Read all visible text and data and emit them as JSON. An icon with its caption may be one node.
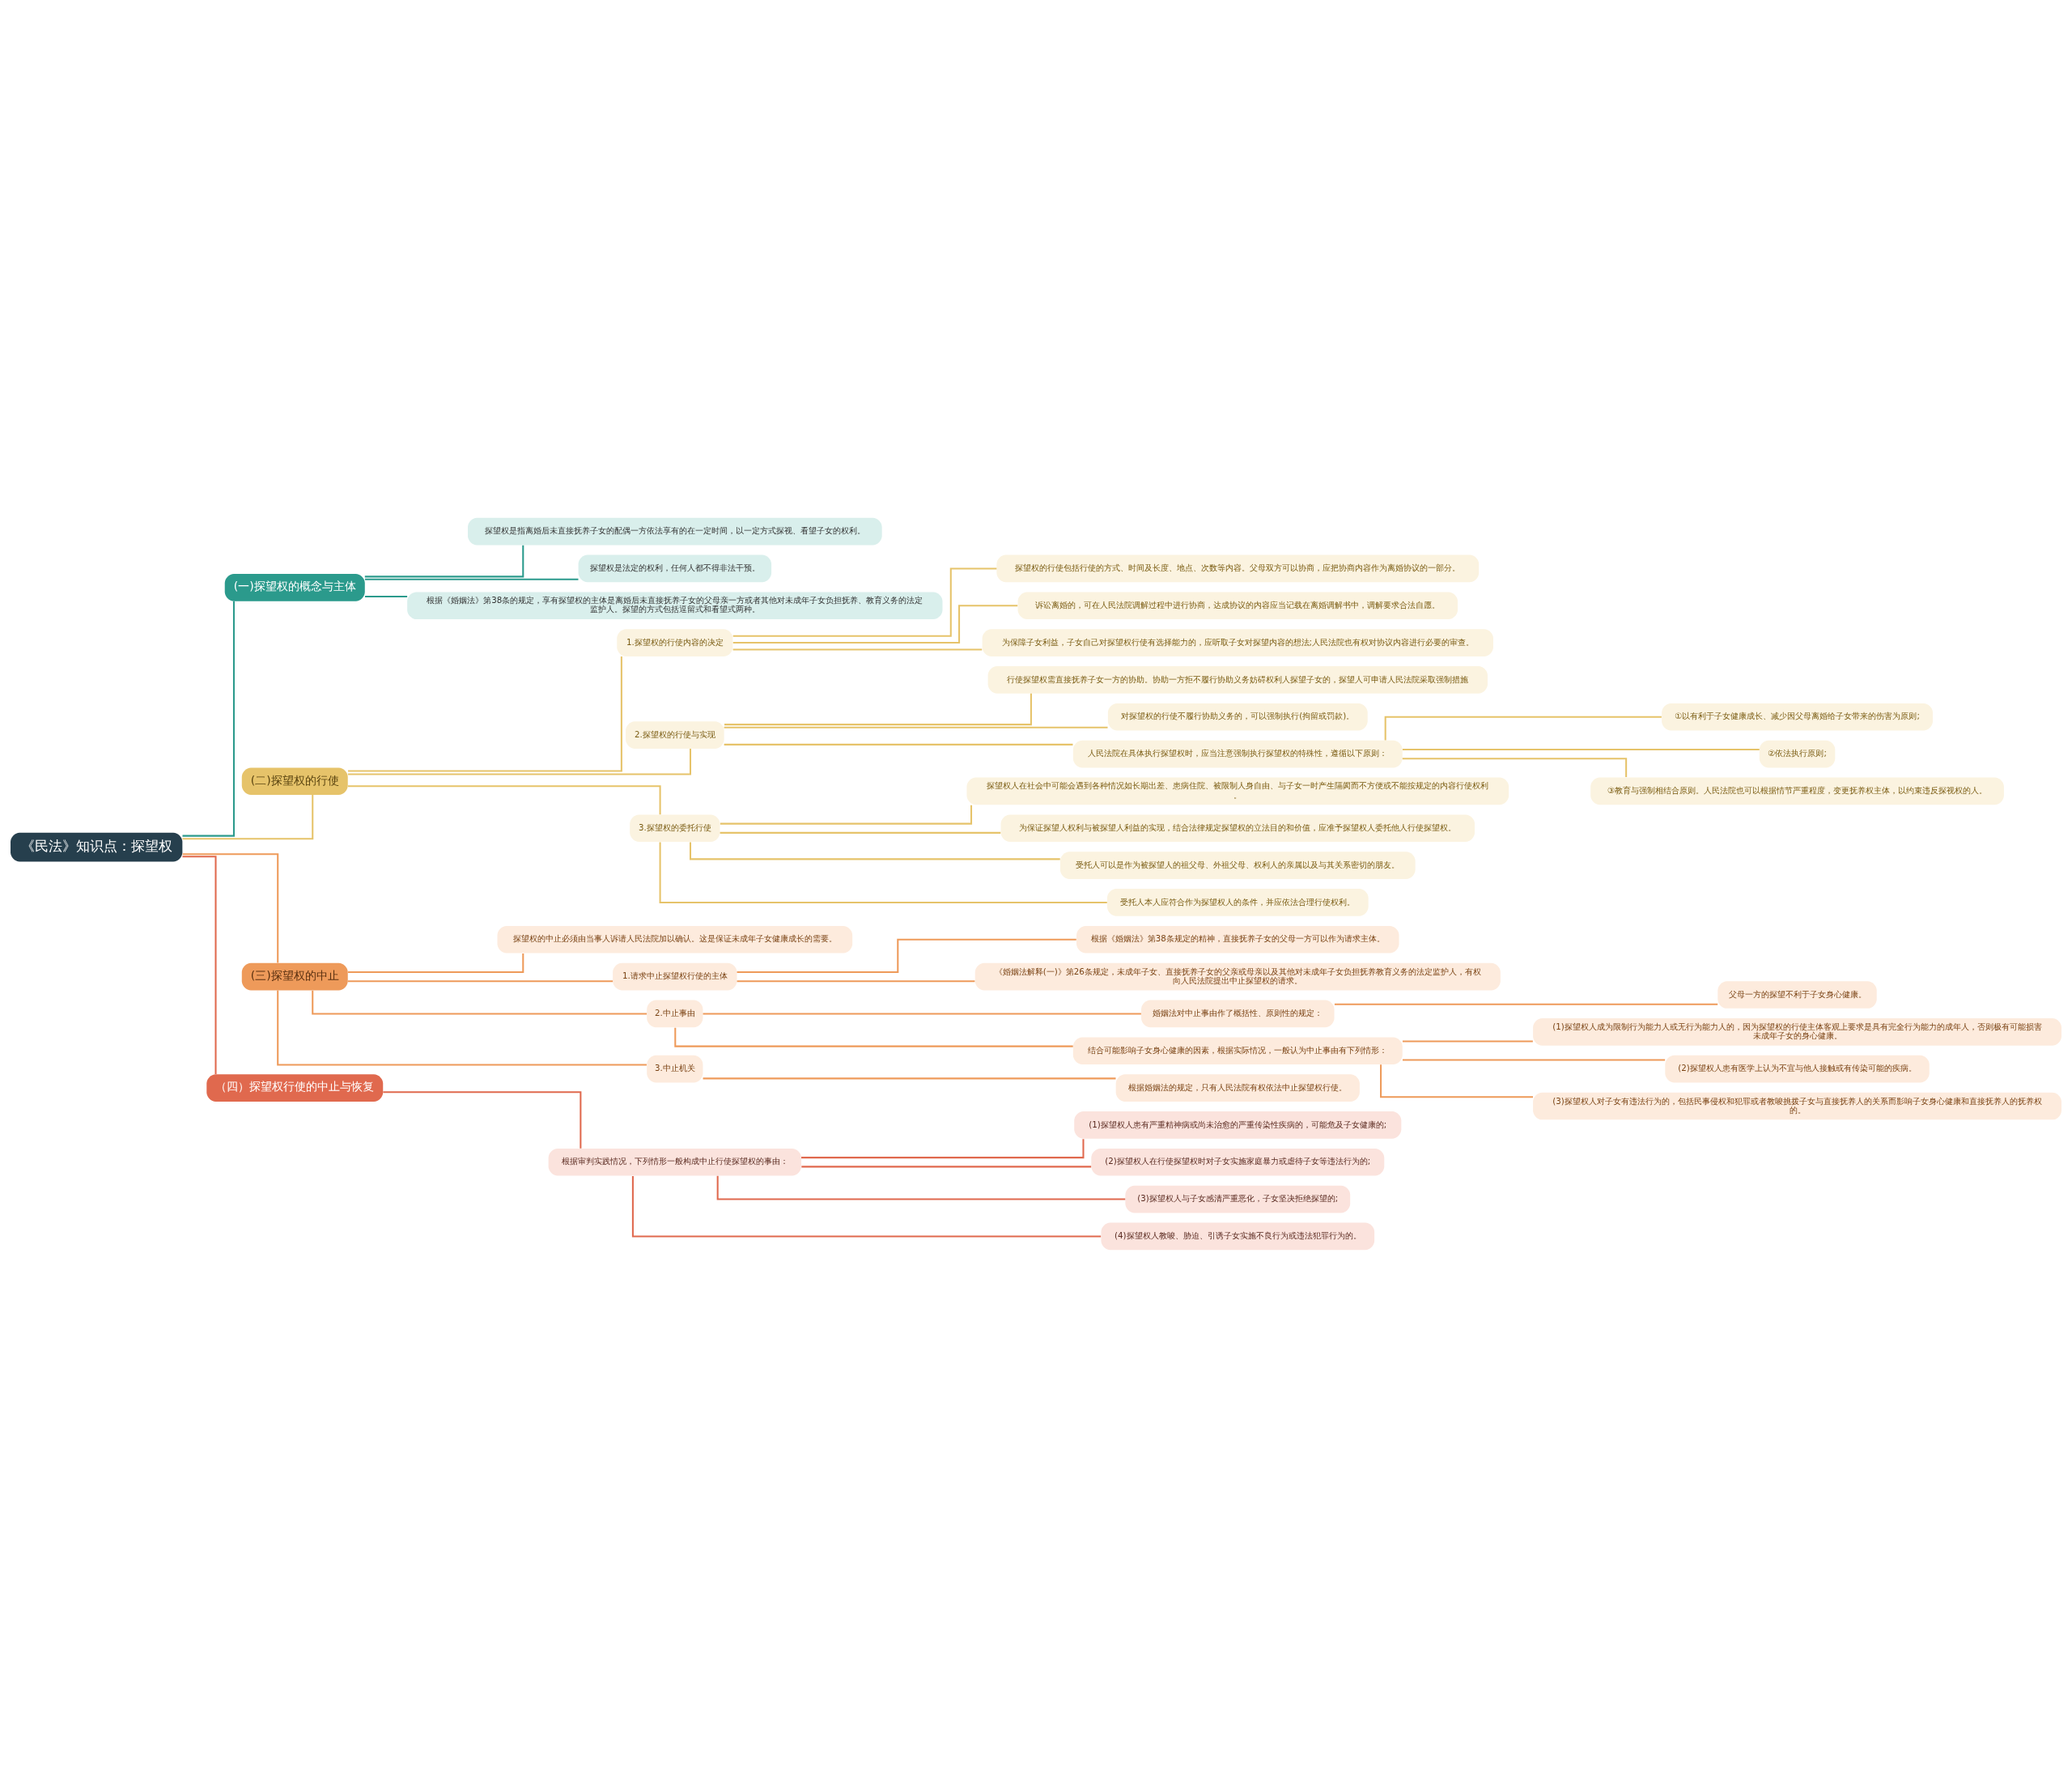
{
  "diagram": {
    "nodes": [
      {
        "text": [
          "《民法》知识点：探望权"
        ]
      },
      {
        "text": [
          "(一)探望权的概念与主体"
        ]
      },
      {
        "text": [
          "探望权是指离婚后未直接抚养子女的配偶一方依法享有的在一定时间，以一定方式探视、看望子女的权利。"
        ]
      },
      {
        "text": [
          "探望权是法定的权利，任何人都不得非法干预。"
        ]
      },
      {
        "text": [
          "根据《婚姻法》第38条的规定，享有探望权的主体是离婚后未直接抚养子女的父母亲一方或者其他对未成年子女负担抚养、教育义务的法定监护人。探望的方式包括逗留式和看望式两种。"
        ]
      },
      {
        "text": [
          "(二)探望权的行使"
        ]
      },
      {
        "text": [
          "1.探望权的行使内容的决定"
        ]
      },
      {
        "text": [
          "探望权的行使包括行使的方式、时间及长度、地点、次数等内容。父母双方可以协商，应把协商内容作为离婚协议的一部分。"
        ]
      },
      {
        "text": [
          "诉讼离婚的，可在人民法院调解过程中进行协商，达成协议的内容应当记载在离婚调解书中，调解要求合法自愿。"
        ]
      },
      {
        "text": [
          "为保障子女利益，子女自己对探望权行使有选择能力的，应听取子女对探望内容的想法;人民法院也有权对协议内容进行必要的审查。"
        ]
      },
      {
        "text": [
          "2.探望权的行使与实现"
        ]
      },
      {
        "text": [
          "行使探望权需直接抚养子女一方的协助。协助一方拒不履行协助义务妨碍权利人探望子女的，探望人可申请人民法院采取强制措施"
        ]
      },
      {
        "text": [
          "对探望权的行使不履行协助义务的，可以强制执行(拘留或罚款)。"
        ]
      },
      {
        "text": [
          "人民法院在具体执行探望权时，应当注意强制执行探望权的特殊性，遵循以下原则："
        ]
      },
      {
        "text": [
          "①以有利于子女健康成长、减少因父母离婚给子女带来的伤害为原则;"
        ]
      },
      {
        "text": [
          "②依法执行原则;"
        ]
      },
      {
        "text": [
          "③教育与强制相结合原则。人民法院也可以根据情节严重程度，变更抚养权主体，以约束违反探视权的人。"
        ]
      },
      {
        "text": [
          "3.探望权的委托行使"
        ]
      },
      {
        "text": [
          "探望权人在社会中可能会遇到各种情况如长期出差、患病住院、被限制人身自由、与子女一时产生隔阂而不方便或不能按规定的内容行使权利。"
        ]
      },
      {
        "text": [
          "为保证探望人权利与被探望人利益的实现，结合法律规定探望权的立法目的和价值，应准予探望权人委托他人行使探望权。"
        ]
      },
      {
        "text": [
          "受托人可以是作为被探望人的祖父母、外祖父母、权利人的亲属以及与其关系密切的朋友。"
        ]
      },
      {
        "text": [
          "受托人本人应符合作为探望权人的条件，并应依法合理行使权利。"
        ]
      },
      {
        "text": [
          "(三)探望权的中止"
        ]
      },
      {
        "text": [
          "探望权的中止必须由当事人诉请人民法院加以确认。这是保证未成年子女健康成长的需要。"
        ]
      },
      {
        "text": [
          "1.请求中止探望权行使的主体"
        ]
      },
      {
        "text": [
          "根据《婚姻法》第38条规定的精神，直接抚养子女的父母一方可以作为请求主体。"
        ]
      },
      {
        "text": [
          "《婚姻法解释(一)》第26条规定，未成年子女、直接抚养子女的父亲或母亲以及其他对未成年子女负担抚养教育义务的法定监护人，有权向人民法院提出中止探望权的请求。"
        ]
      },
      {
        "text": [
          "2.中止事由"
        ]
      },
      {
        "text": [
          "婚姻法对中止事由作了概括性、原则性的规定："
        ]
      },
      {
        "text": [
          "父母一方的探望不利于子女身心健康。"
        ]
      },
      {
        "text": [
          "结合可能影响子女身心健康的因素，根据实际情况，一般认为中止事由有下列情形："
        ]
      },
      {
        "text": [
          "(1)探望权人成为限制行为能力人或无行为能力人的，因为探望权的行使主体客观上要求是具有完全行为能力的成年人，否则极有可能损害未成年子女的身心健康。"
        ]
      },
      {
        "text": [
          "(2)探望权人患有医学上认为不宜与他人接触或有传染可能的疾病。"
        ]
      },
      {
        "text": [
          "(3)探望权人对子女有违法行为的，包括民事侵权和犯罪或者教唆挑拨子女与直接抚养人的关系而影响子女身心健康和直接抚养人的抚养权的。"
        ]
      },
      {
        "text": [
          "3.中止机关"
        ]
      },
      {
        "text": [
          "根据婚姻法的规定，只有人民法院有权依法中止探望权行使。"
        ]
      },
      {
        "text": [
          "（四）探望权行使的中止与恢复"
        ]
      },
      {
        "text": [
          "根据审判实践情况，下列情形一般构成中止行使探望权的事由："
        ]
      },
      {
        "text": [
          "(1)探望权人患有严重精神病或尚未治愈的严重传染性疾病的，可能危及子女健康的;"
        ]
      },
      {
        "text": [
          "(2)探望权人在行使探望权时对子女实施家庭暴力或虐待子女等违法行为的;"
        ]
      },
      {
        "text": [
          "(3)探望权人与子女感清严重恶化，子女坚决拒绝探望的;"
        ]
      },
      {
        "text": [
          "(4)探望权人教唆、胁迫、引诱子女实施不良行为或违法犯罪行为的。"
        ]
      }
    ],
    "edges": [
      {
        "from": 0,
        "to": 1,
        "arrow": "none",
        "color": "#2b9a8c"
      },
      {
        "from": 1,
        "to": 2,
        "arrow": "none",
        "color": "#2b9a8c"
      },
      {
        "from": 1,
        "to": 3,
        "arrow": "none",
        "color": "#2b9a8c"
      },
      {
        "from": 1,
        "to": 4,
        "arrow": "none",
        "color": "#2b9a8c"
      },
      {
        "from": 0,
        "to": 5,
        "arrow": "none"
      },
      {
        "from": 5,
        "to": 6,
        "arrow": "none"
      },
      {
        "from": 6,
        "to": 7,
        "arrow": "none"
      },
      {
        "from": 6,
        "to": 8,
        "arrow": "none"
      },
      {
        "from": 6,
        "to": 9,
        "arrow": "none"
      },
      {
        "from": 5,
        "to": 10,
        "arrow": "none"
      },
      {
        "from": 10,
        "to": 11,
        "arrow": "none"
      },
      {
        "from": 10,
        "to": 12,
        "arrow": "none"
      },
      {
        "from": 10,
        "to": 13,
        "arrow": "none"
      },
      {
        "from": 13,
        "to": 14,
        "arrow": "none"
      },
      {
        "from": 13,
        "to": 15,
        "arrow": "none"
      },
      {
        "from": 13,
        "to": 16,
        "arrow": "none"
      },
      {
        "from": 5,
        "to": 17,
        "arrow": "none"
      },
      {
        "from": 17,
        "to": 18,
        "arrow": "none"
      },
      {
        "from": 17,
        "to": 19,
        "arrow": "none"
      },
      {
        "from": 17,
        "to": 20,
        "arrow": "none"
      },
      {
        "from": 17,
        "to": 21,
        "arrow": "none"
      },
      {
        "from": 0,
        "to": 22,
        "arrow": "none",
        "color": "#ee9a5a"
      },
      {
        "from": 22,
        "to": 23,
        "arrow": "none",
        "color": "#ee9a5a"
      },
      {
        "from": 22,
        "to": 24,
        "arrow": "none",
        "color": "#ee9a5a"
      },
      {
        "from": 24,
        "to": 25,
        "arrow": "none",
        "color": "#ee9a5a"
      },
      {
        "from": 24,
        "to": 26,
        "arrow": "none",
        "color": "#ee9a5a"
      },
      {
        "from": 22,
        "to": 27,
        "arrow": "none",
        "color": "#ee9a5a"
      },
      {
        "from": 27,
        "to": 28,
        "arrow": "none",
        "color": "#ee9a5a"
      },
      {
        "from": 28,
        "to": 29,
        "arrow": "none",
        "color": "#ee9a5a"
      },
      {
        "from": 27,
        "to": 30,
        "arrow": "none",
        "color": "#ee9a5a"
      },
      {
        "from": 30,
        "to": 31,
        "arrow": "none",
        "color": "#ee9a5a"
      },
      {
        "from": 30,
        "to": 32,
        "arrow": "none",
        "color": "#ee9a5a"
      },
      {
        "from": 30,
        "to": 33,
        "arrow": "none",
        "color": "#ee9a5a"
      },
      {
        "from": 22,
        "to": 34,
        "arrow": "none",
        "color": "#ee9a5a"
      },
      {
        "from": 34,
        "to": 35,
        "arrow": "none",
        "color": "#ee9a5a"
      },
      {
        "from": 0,
        "to": 36,
        "arrow": "none",
        "color": "#e0694e"
      },
      {
        "from": 36,
        "to": 37,
        "arrow": "none",
        "color": "#e0694e"
      },
      {
        "from": 37,
        "to": 38,
        "arrow": "none",
        "color": "#e0694e"
      },
      {
        "from": 37,
        "to": 39,
        "arrow": "none",
        "color": "#e0694e"
      },
      {
        "from": 37,
        "to": 40,
        "arrow": "none",
        "color": "#e0694e"
      },
      {
        "from": 37,
        "to": 41,
        "arrow": "none",
        "color": "#e0694e"
      }
    ]
  }
}
